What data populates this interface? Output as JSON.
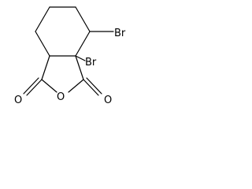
{
  "molecule": {
    "atom_labels": {
      "bromine_top": "Br",
      "bromine_middle": "Br",
      "oxygen_left": "O",
      "oxygen_ring": "O",
      "oxygen_right": "O"
    }
  }
}
